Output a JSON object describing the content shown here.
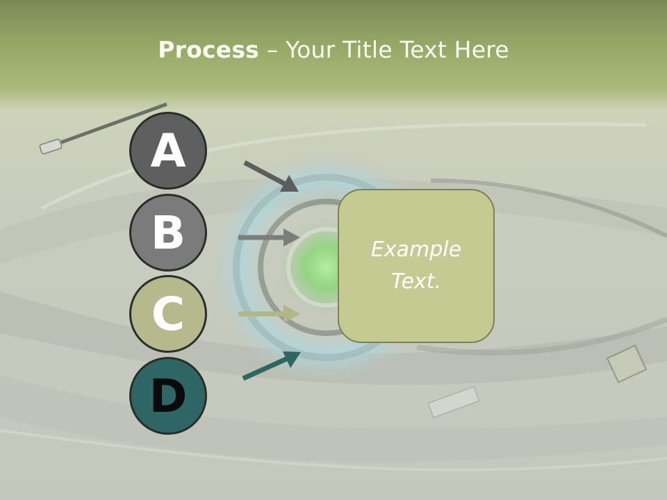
{
  "slide": {
    "title_bold": "Process",
    "title_rest": " – Your Title Text Here",
    "steps": [
      {
        "letter": "A",
        "color": "#5f5f5f"
      },
      {
        "letter": "B",
        "color": "#7b7b7b"
      },
      {
        "letter": "C",
        "color": "#b5b98c"
      },
      {
        "letter": "D",
        "color": "#2e6565"
      }
    ],
    "box_text": "Example Text.",
    "colors": {
      "header": "#98aa68",
      "box_fill": "#c5c992",
      "arrow_a": "#5d5d5d",
      "arrow_b": "#7d7d7d",
      "arrow_c": "#b3b687",
      "arrow_d": "#2e6565"
    }
  }
}
